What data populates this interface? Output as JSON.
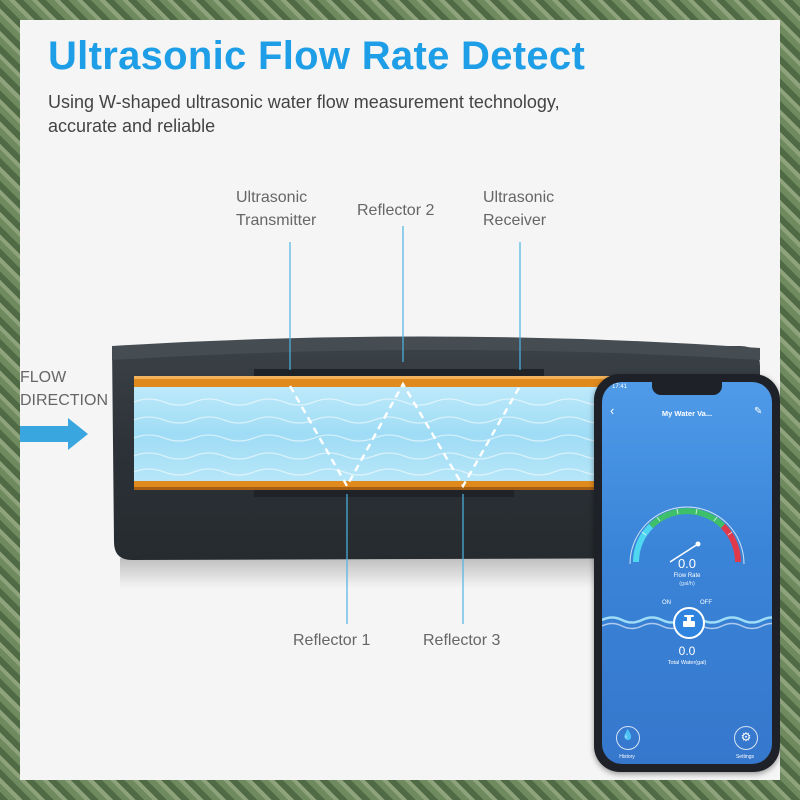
{
  "header": {
    "title": "Ultrasonic Flow Rate Detect",
    "subtitle_line1": "Using W-shaped ultrasonic water flow measurement technology,",
    "subtitle_line2": "accurate and reliable"
  },
  "diagram": {
    "labels": {
      "transmitter_1": "Ultrasonic",
      "transmitter_2": "Transmitter",
      "reflector2": "Reflector 2",
      "receiver_1": "Ultrasonic",
      "receiver_2": "Receiver",
      "reflector1": "Reflector 1",
      "reflector3": "Reflector 3",
      "flow_1": "FLOW",
      "flow_2": "DIRECTION"
    },
    "colors": {
      "water": "#a8e0f7",
      "pipe_stripe": "#e08a1e",
      "body": "#2d3338",
      "arrow": "#3aa6e0"
    }
  },
  "phone": {
    "time": "17:41",
    "title": "My Water Va...",
    "gauge_value": "0.0",
    "gauge_label": "Flow Rate",
    "gauge_unit": "(gal/h)",
    "on": "ON",
    "off": "OFF",
    "total_value": "0.0",
    "total_label": "Total Water(gal)",
    "history": "History",
    "settings": "Settings",
    "icons": [
      "back-arrow-icon",
      "edit-icon",
      "faucet-icon",
      "water-drop-icon",
      "gear-icon"
    ]
  }
}
